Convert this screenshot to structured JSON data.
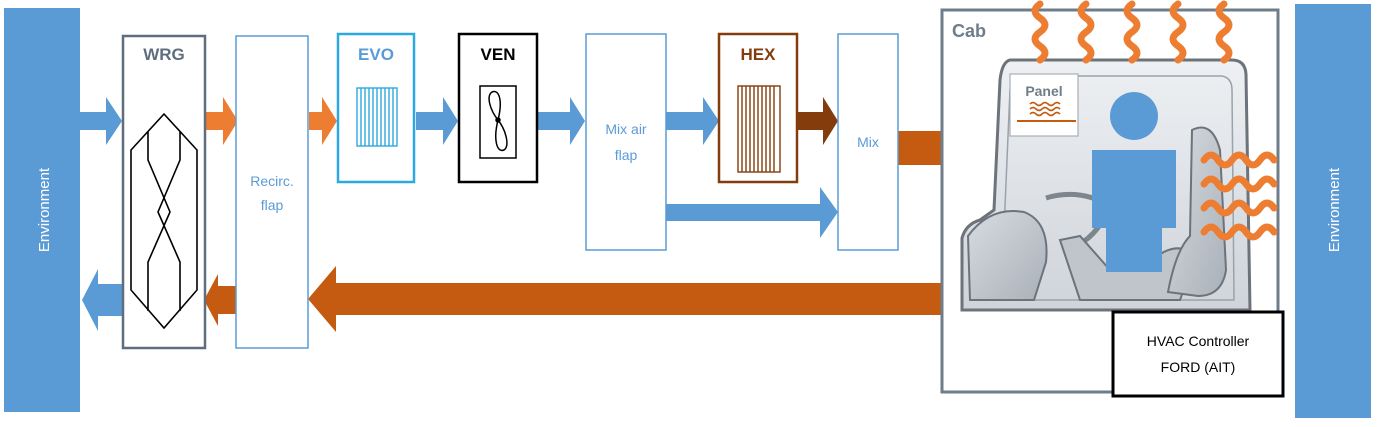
{
  "labels": {
    "environment_left": "Environment",
    "environment_right": "Environment",
    "wrg": "WRG",
    "recirc_line1": "Recirc.",
    "recirc_line2": "flap",
    "evo": "EVO",
    "ven": "VEN",
    "mix_air_line1": "Mix air",
    "mix_air_line2": "flap",
    "hex": "HEX",
    "mix": "Mix",
    "cab": "Cab",
    "panel": "Panel",
    "controller_line1": "HVAC Controller",
    "controller_line2": "FORD (AIT)"
  },
  "colors": {
    "environment": "#5b9bd5",
    "cold_flow": "#5b9bd5",
    "warm_flow": "#ed7d31",
    "hot_flow": "#c55a11",
    "hex_outlet_flow": "#843c0c",
    "wrg_border": "#5e6e7e",
    "light_box_border": "#5b9bd5",
    "evo_border": "#2ea9df",
    "ven_border": "#000000",
    "hex_border": "#843c0c",
    "cab_border": "#6f7d8a",
    "heat_wave": "#ed7d31",
    "occupant": "#5b9bd5"
  }
}
